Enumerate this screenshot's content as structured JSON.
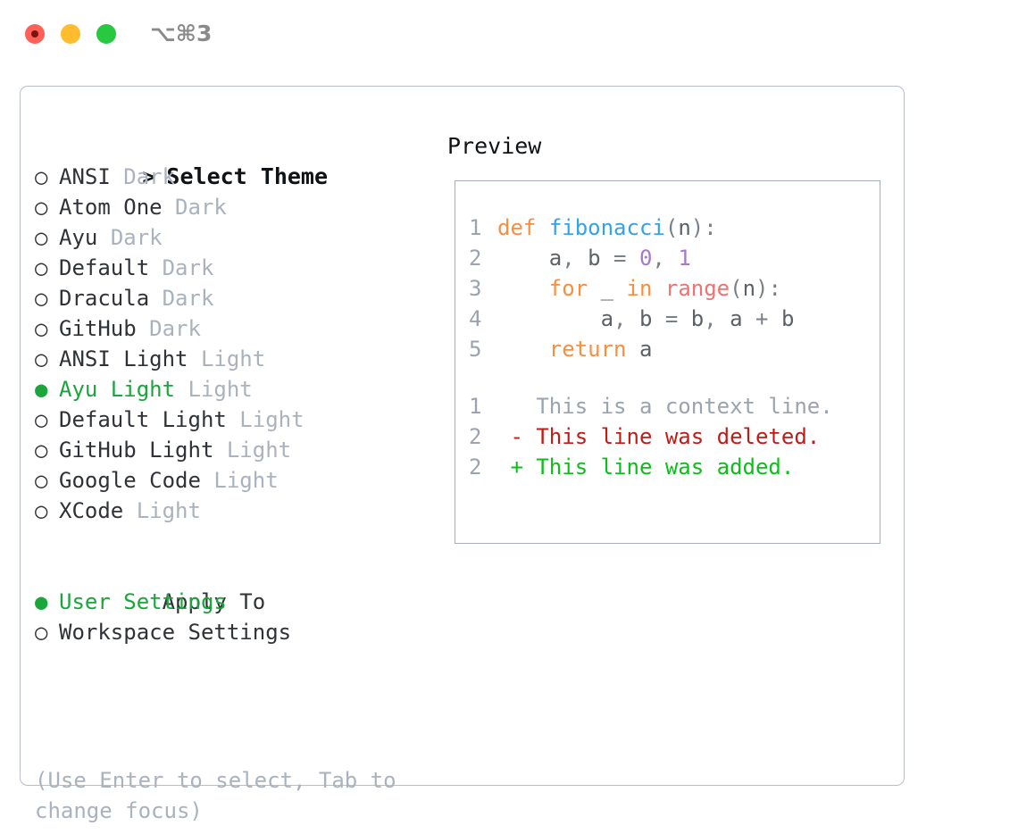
{
  "window": {
    "shortcut_label": "⌥⌘3",
    "traffic_lights": [
      "close",
      "minimize",
      "maximize"
    ]
  },
  "theme_picker": {
    "header": {
      "prompt": ">",
      "title": "Select Theme"
    },
    "items": [
      {
        "marker": "○",
        "name": "ANSI",
        "suffix": "Dark",
        "selected": false
      },
      {
        "marker": "○",
        "name": "Atom One",
        "suffix": "Dark",
        "selected": false
      },
      {
        "marker": "○",
        "name": "Ayu",
        "suffix": "Dark",
        "selected": false
      },
      {
        "marker": "○",
        "name": "Default",
        "suffix": "Dark",
        "selected": false
      },
      {
        "marker": "○",
        "name": "Dracula",
        "suffix": "Dark",
        "selected": false
      },
      {
        "marker": "○",
        "name": "GitHub",
        "suffix": "Dark",
        "selected": false
      },
      {
        "marker": "○",
        "name": "ANSI Light",
        "suffix": "Light",
        "selected": false
      },
      {
        "marker": "●",
        "name": "Ayu Light",
        "suffix": "Light",
        "selected": true
      },
      {
        "marker": "○",
        "name": "Default Light",
        "suffix": "Light",
        "selected": false
      },
      {
        "marker": "○",
        "name": "GitHub Light",
        "suffix": "Light",
        "selected": false
      },
      {
        "marker": "○",
        "name": "Google Code",
        "suffix": "Light",
        "selected": false
      },
      {
        "marker": "○",
        "name": "XCode",
        "suffix": "Light",
        "selected": false
      }
    ]
  },
  "apply_to": {
    "title": "Apply To",
    "items": [
      {
        "marker": "●",
        "name": "User Settings",
        "selected": true
      },
      {
        "marker": "○",
        "name": "Workspace Settings",
        "selected": false
      }
    ]
  },
  "hint": "(Use Enter to select, Tab to change focus)",
  "preview": {
    "label": "Preview",
    "code_lines": [
      {
        "ln": "1",
        "tokens": [
          {
            "t": "def",
            "c": "kw"
          },
          {
            "t": " ",
            "c": "pun"
          },
          {
            "t": "fibonacci",
            "c": "fn"
          },
          {
            "t": "(",
            "c": "pun"
          },
          {
            "t": "n",
            "c": "var"
          },
          {
            "t": "):",
            "c": "pun"
          }
        ]
      },
      {
        "ln": "2",
        "tokens": [
          {
            "t": "    ",
            "c": "pun"
          },
          {
            "t": "a",
            "c": "var"
          },
          {
            "t": ", ",
            "c": "pun"
          },
          {
            "t": "b",
            "c": "var"
          },
          {
            "t": " = ",
            "c": "pun"
          },
          {
            "t": "0",
            "c": "num"
          },
          {
            "t": ", ",
            "c": "pun"
          },
          {
            "t": "1",
            "c": "num"
          }
        ]
      },
      {
        "ln": "3",
        "tokens": [
          {
            "t": "    ",
            "c": "pun"
          },
          {
            "t": "for",
            "c": "kw"
          },
          {
            "t": " ",
            "c": "pun"
          },
          {
            "t": "_",
            "c": "var"
          },
          {
            "t": " ",
            "c": "pun"
          },
          {
            "t": "in",
            "c": "kw"
          },
          {
            "t": " ",
            "c": "pun"
          },
          {
            "t": "range",
            "c": "bi"
          },
          {
            "t": "(",
            "c": "pun"
          },
          {
            "t": "n",
            "c": "var"
          },
          {
            "t": "):",
            "c": "pun"
          }
        ]
      },
      {
        "ln": "4",
        "tokens": [
          {
            "t": "        ",
            "c": "pun"
          },
          {
            "t": "a",
            "c": "var"
          },
          {
            "t": ", ",
            "c": "pun"
          },
          {
            "t": "b",
            "c": "var"
          },
          {
            "t": " = ",
            "c": "pun"
          },
          {
            "t": "b",
            "c": "var"
          },
          {
            "t": ", ",
            "c": "pun"
          },
          {
            "t": "a",
            "c": "var"
          },
          {
            "t": " + ",
            "c": "pun"
          },
          {
            "t": "b",
            "c": "var"
          }
        ]
      },
      {
        "ln": "5",
        "tokens": [
          {
            "t": "    ",
            "c": "pun"
          },
          {
            "t": "return",
            "c": "kw"
          },
          {
            "t": " ",
            "c": "pun"
          },
          {
            "t": "a",
            "c": "var"
          }
        ]
      }
    ],
    "diff_lines": [
      {
        "ln": "1",
        "tokens": [
          {
            "t": "   This is a context line.",
            "c": "ctx"
          }
        ]
      },
      {
        "ln": "2",
        "tokens": [
          {
            "t": " - This line was deleted.",
            "c": "del"
          }
        ]
      },
      {
        "ln": "2",
        "tokens": [
          {
            "t": " + This line was added.",
            "c": "add"
          }
        ]
      }
    ]
  },
  "colors": {
    "accent_green": "#1aa63b",
    "keyword_orange": "#fa8d3e",
    "function_blue": "#33a3e8",
    "number_purple": "#a37acc",
    "builtin_red": "#f07171",
    "muted_grey": "#a9b2bd",
    "diff_delete": "#c41a16",
    "diff_add": "#0ac018",
    "panel_border": "#b9bec6"
  }
}
